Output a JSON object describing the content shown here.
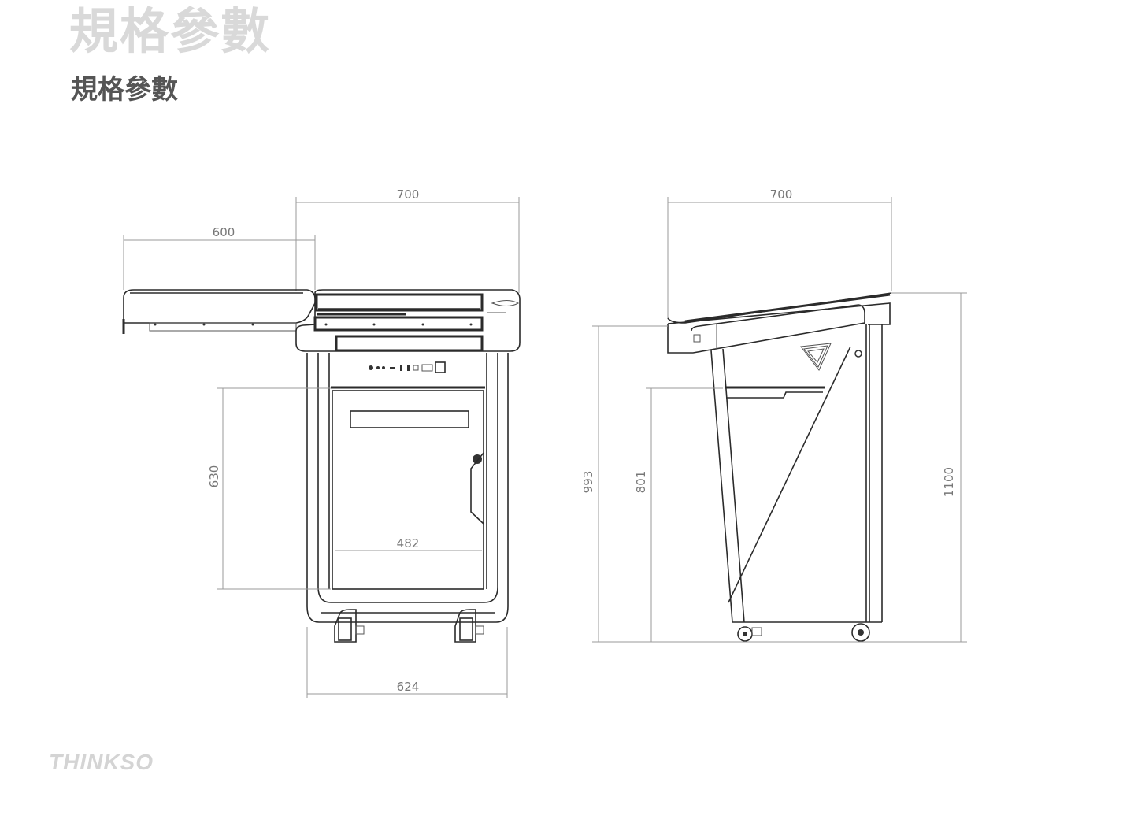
{
  "header": {
    "title": "規格參數",
    "title_watermark": "規格參數"
  },
  "brand": {
    "logo_text": "THINKSO"
  },
  "front_view": {
    "dims": {
      "overall_width": "700",
      "shelf_width": "600",
      "door_height": "630",
      "door_width": "482",
      "base_width": "624"
    }
  },
  "side_view": {
    "dims": {
      "depth": "700",
      "front_height": "993",
      "shelf_height": "801",
      "overall_height": "1100"
    }
  },
  "colors": {
    "line": "#2b2b2b",
    "dimension": "#9a9a9a",
    "title": "#555555"
  }
}
